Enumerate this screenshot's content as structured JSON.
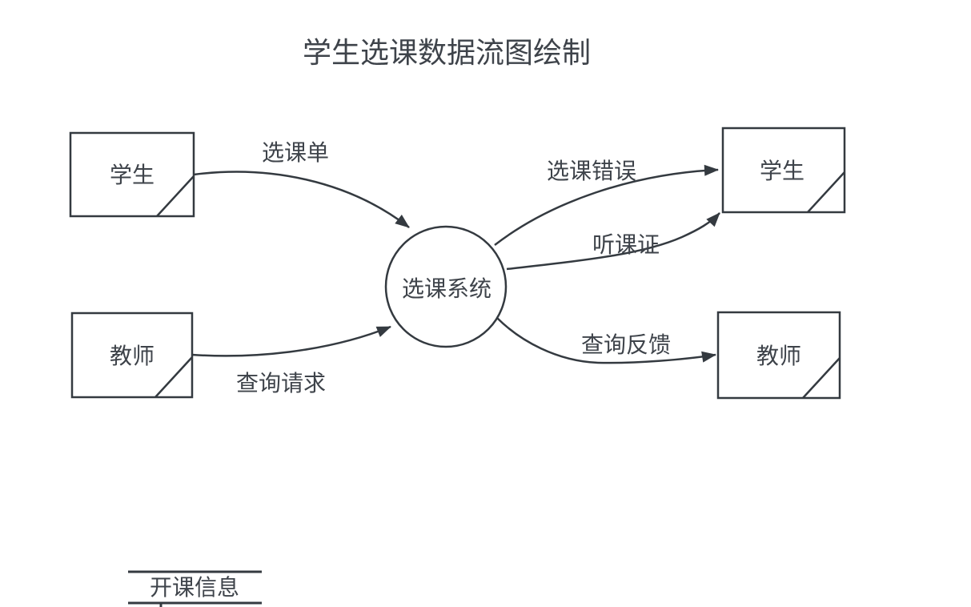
{
  "colors": {
    "stroke": "#343a40",
    "text": "#3e434a",
    "background": "#ffffff"
  },
  "diagram": {
    "title": "学生选课数据流图绘制",
    "process": {
      "label": "选课系统"
    },
    "external_entities": [
      {
        "label": "学生",
        "role": "source"
      },
      {
        "label": "教师",
        "role": "source"
      },
      {
        "label": "学生",
        "role": "sink"
      },
      {
        "label": "教师",
        "role": "sink"
      }
    ],
    "data_store": {
      "label": "开课信息"
    },
    "data_flows": [
      {
        "label": "选课单",
        "from": "学生",
        "to": "选课系统"
      },
      {
        "label": "查询请求",
        "from": "教师",
        "to": "选课系统"
      },
      {
        "label": "选课错误",
        "from": "选课系统",
        "to": "学生"
      },
      {
        "label": "听课证",
        "from": "选课系统",
        "to": "学生"
      },
      {
        "label": "查询反馈",
        "from": "选课系统",
        "to": "教师"
      }
    ]
  }
}
